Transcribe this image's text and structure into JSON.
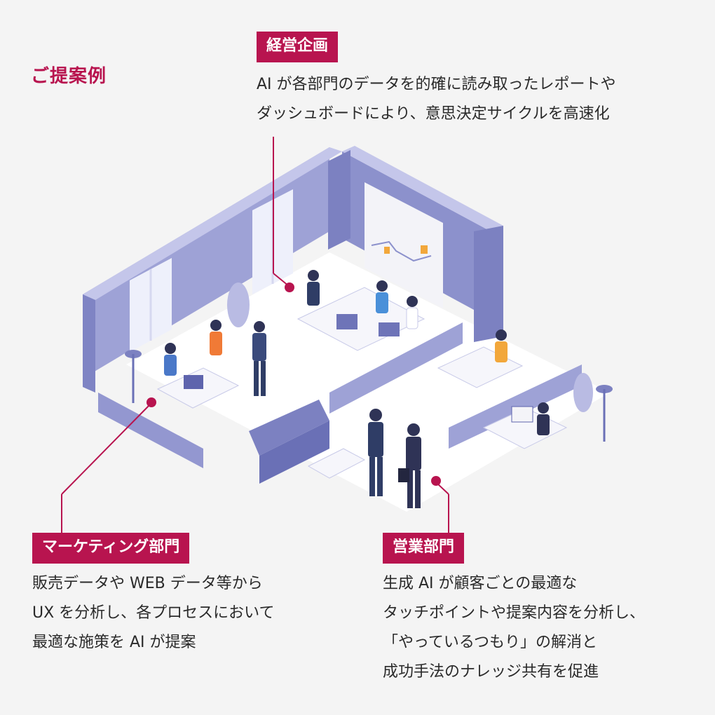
{
  "colors": {
    "accent": "#b8144f",
    "wall": "#8b90cc",
    "wall_light": "#b8bbe4",
    "floor": "#ffffff"
  },
  "title": "ご提案例",
  "sections": {
    "management": {
      "tag": "経営企画",
      "lines": [
        "AI が各部門のデータを的確に読み取ったレポートや",
        "ダッシュボードにより、意思決定サイクルを高速化"
      ]
    },
    "marketing": {
      "tag": "マーケティング部門",
      "lines": [
        "販売データや WEB データ等から",
        "UX を分析し、各プロセスにおいて",
        "最適な施策を AI が提案"
      ]
    },
    "sales": {
      "tag": "営業部門",
      "lines": [
        "生成 AI が顧客ごとの最適な",
        "タッチポイントや提案内容を分析し、",
        "「やっているつもり」の解消と",
        "成功手法のナレッジ共有を促進"
      ]
    }
  },
  "illustration": {
    "icon": "isometric-office-illustration"
  }
}
